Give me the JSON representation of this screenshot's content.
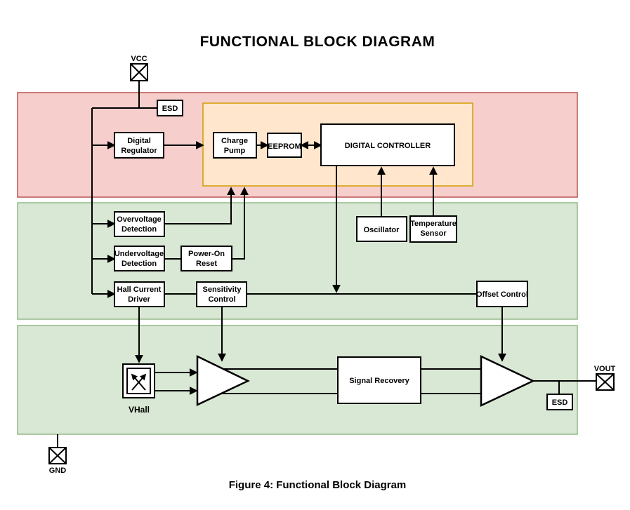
{
  "title": "FUNCTIONAL BLOCK DIAGRAM",
  "caption": "Figure 4: Functional Block Diagram",
  "pins": {
    "vcc": {
      "label": "VCC"
    },
    "gnd": {
      "label": "GND"
    },
    "vout": {
      "label": "VOUT"
    },
    "vhall": {
      "label": "VHall"
    }
  },
  "blocks": {
    "esd_top": {
      "label": "ESD"
    },
    "digital_regulator": {
      "line1": "Digital",
      "line2": "Regulator"
    },
    "charge_pump": {
      "line1": "Charge",
      "line2": "Pump"
    },
    "eeprom": {
      "label": "EEPROM"
    },
    "digital_controller": {
      "label": "DIGITAL CONTROLLER"
    },
    "overvoltage_detection": {
      "line1": "Overvoltage",
      "line2": "Detection"
    },
    "undervoltage_detection": {
      "line1": "Undervoltage",
      "line2": "Detection"
    },
    "power_on_reset": {
      "line1": "Power-On",
      "line2": "Reset"
    },
    "oscillator": {
      "label": "Oscillator"
    },
    "temperature_sensor": {
      "line1": "Temperature",
      "line2": "Sensor"
    },
    "hall_current_driver": {
      "line1": "Hall Current",
      "line2": "Driver"
    },
    "sensitivity_control": {
      "line1": "Sensitivity",
      "line2": "Control"
    },
    "offset_control": {
      "label": "Offset Control"
    },
    "signal_recovery": {
      "label": "Signal Recovery"
    },
    "esd_output": {
      "label": "ESD"
    }
  },
  "colors": {
    "region_power_fill": "#f6cfcd",
    "region_power_stroke": "#b85450",
    "region_digital_fill": "#ffe6cc",
    "region_digital_stroke": "#d79b00",
    "region_analog_fill": "#d9e8d4",
    "region_analog_stroke": "#93b98a",
    "line": "#000000",
    "block_fill": "#ffffff"
  }
}
